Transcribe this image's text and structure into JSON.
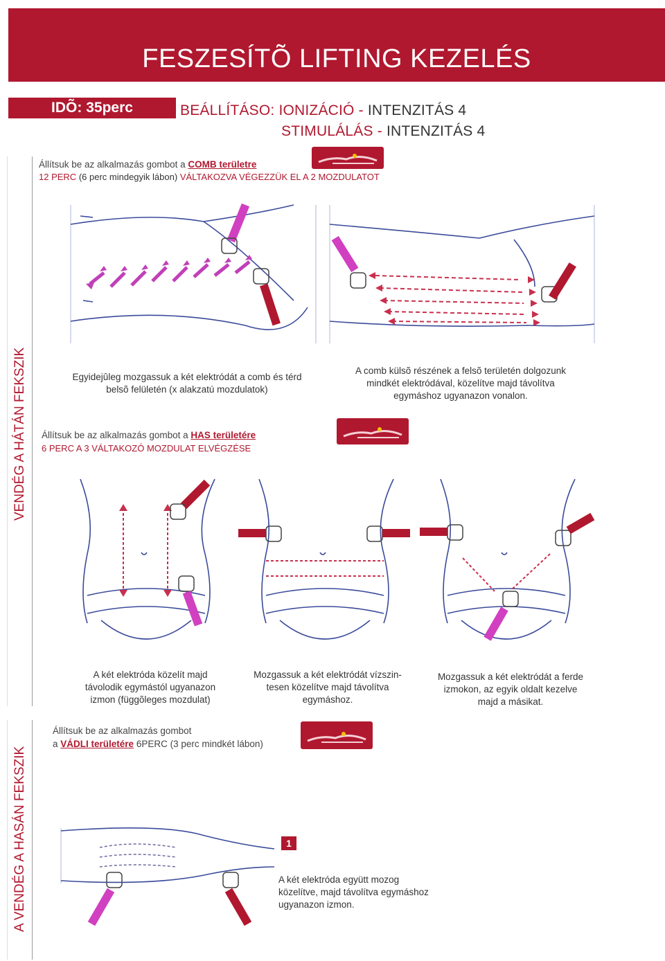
{
  "header": {
    "title": "FESZESÍTÕ LIFTING KEZELÉS",
    "time": "IDÕ: 35perc",
    "setting_line1_label": "BEÁLLÍTÁSO: IONIZÁCIÓ -",
    "setting_line1_value": "INTENZITÁS 4",
    "setting_line2_label": "STIMULÁLÁS -",
    "setting_line2_value": "INTENZITÁS 4"
  },
  "side_labels": {
    "back": "VENDÉG A HÁTÁN FEKSZIK",
    "belly": "A VENDÉG A HASÁN FEKSZIK"
  },
  "section_thigh": {
    "line1_prefix": "Állítsuk be az alkalmazás gombot a",
    "line1_link": "COMB területre",
    "line2_a": "12 PERC",
    "line2_b": "(6 perc mindegyik lábon)",
    "line2_c": "VÁLTAKOZVA VÉGEZZÜK EL A 2 MOZDULATOT",
    "caption_left_1": "Egyidejûleg mozgassuk a két elektródát a comb és térd",
    "caption_left_2": "belsõ felületén (x alakzatú mozdulatok)",
    "caption_right_1": "A comb külsõ részének a felsõ területén dolgozunk",
    "caption_right_2": "mindkét elektródával, közelítve majd távolítva",
    "caption_right_3": "egymáshoz ugyanazon vonalon."
  },
  "section_belly": {
    "line1_prefix": "Állítsuk be az alkalmazás gombot a",
    "line1_link": "HAS területére",
    "line2": "6 PERC A 3 VÁLTAKOZÓ MOZDULAT ELVÉGZÉSE",
    "caption_1a": "A két elektróda közelít majd",
    "caption_1b": "távolodik egymástól ugyanazon",
    "caption_1c": "izmon (függõleges mozdulat)",
    "caption_2a": "Mozgassuk a két elektródát vízszin-",
    "caption_2b": "tesen közelítve majd távolítva",
    "caption_2c": "egymáshoz.",
    "caption_3a": "Mozgassuk a két elektródát a ferde",
    "caption_3b": "izmokon, az egyik oldalt kezelve",
    "caption_3c": "majd a másikat."
  },
  "section_calf": {
    "line1": "Állítsuk be az alkalmazás gombot",
    "line2_prefix": "a",
    "line2_link": "VÁDLI területére",
    "line2_suffix": "6PERC (3 perc mindkét lábon)",
    "badge": "1",
    "caption_1": "A két elektróda együtt mozog",
    "caption_2": "közelítve, majd távolítva egymáshoz",
    "caption_3": "ugyanazon izmon."
  },
  "colors": {
    "brand_red": "#b0182f",
    "arrow_magenta": "#c0306a",
    "electrode_pink": "#d040c0",
    "body_outline": "#3a4a9a"
  }
}
